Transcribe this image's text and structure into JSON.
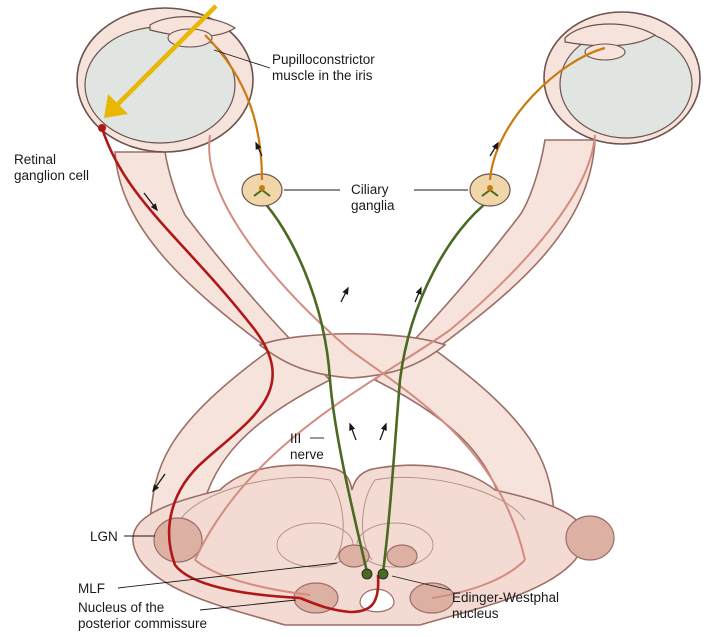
{
  "labels": {
    "pupilloconstrictor_line1": "Pupilloconstrictor",
    "pupilloconstrictor_line2": "muscle in the iris",
    "retinal_line1": "Retinal",
    "retinal_line2": "ganglion cell",
    "ciliary_line1": "Ciliary",
    "ciliary_line2": "ganglia",
    "nerve3_line1": "III",
    "nerve3_line2": "nerve",
    "lgn": "LGN",
    "mlf": "MLF",
    "npc_line1": "Nucleus of the",
    "npc_line2": "posterior commissure",
    "ew_line1": "Edinger-Westphal",
    "ew_line2": "nucleus"
  },
  "colors": {
    "tract_fill": "#f6e3dc",
    "tract_outline": "#9c6e66",
    "retina_path": "#b01818",
    "parasympathetic_path": "#4a6a22",
    "postganglionic_path": "#cc7a10",
    "ganglion_fill": "#f0d6a8",
    "nucleus_fill": "#dcb0a3",
    "eye_fill": "#e0e5e2",
    "light_ray": "#e8b800"
  }
}
